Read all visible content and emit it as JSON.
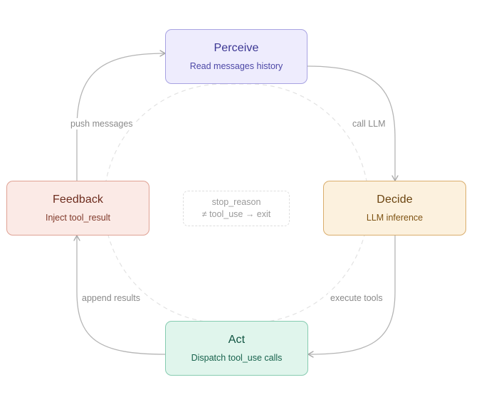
{
  "nodes": {
    "perceive": {
      "title": "Perceive",
      "subtitle": "Read messages history",
      "fill": "#eeecfd",
      "border": "#a7a2e2"
    },
    "decide": {
      "title": "Decide",
      "subtitle": "LLM inference",
      "fill": "#fcf1de",
      "border": "#d9ad6c"
    },
    "act": {
      "title": "Act",
      "subtitle": "Dispatch tool_use calls",
      "fill": "#e0f5ec",
      "border": "#86cbb0"
    },
    "feedback": {
      "title": "Feedback",
      "subtitle": "Inject tool_result",
      "fill": "#fbeae6",
      "border": "#dfa193"
    }
  },
  "edges": {
    "perceive_to_decide": {
      "label": "call LLM"
    },
    "decide_to_act": {
      "label": "execute tools"
    },
    "act_to_feedback": {
      "label": "append results"
    },
    "feedback_to_perceive": {
      "label": "push messages"
    }
  },
  "center_note": {
    "line1": "stop_reason",
    "line2": "≠ tool_use → exit"
  },
  "colors": {
    "arrow": "#b5b5b5",
    "dashed_loop": "#e2e2e2"
  }
}
